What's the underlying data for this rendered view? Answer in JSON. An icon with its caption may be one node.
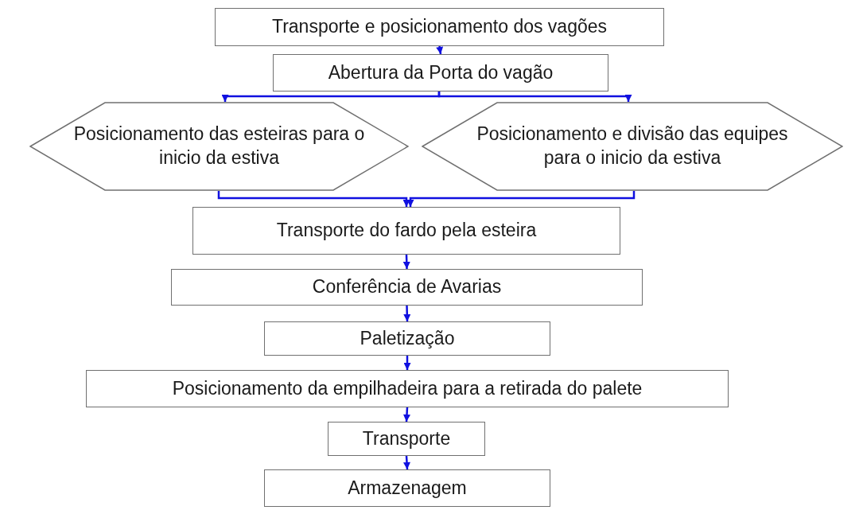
{
  "diagram": {
    "nodes": [
      {
        "text": [
          "Transporte e posicionamento dos vagões"
        ]
      },
      {
        "text": [
          "Abertura da Porta do vagão"
        ]
      },
      {
        "text": [
          "Posicionamento das esteiras para o inicio da estiva"
        ]
      },
      {
        "text": [
          "Posicionamento e divisão das equipes para o inicio da estiva"
        ]
      },
      {
        "text": [
          "Transporte do fardo pela esteira"
        ]
      },
      {
        "text": [
          "Conferência de Avarias"
        ]
      },
      {
        "text": [
          "Paletização"
        ]
      },
      {
        "text": [
          "Posicionamento da empilhadeira para a retirada do palete"
        ]
      },
      {
        "text": [
          "Transporte"
        ]
      },
      {
        "text": [
          "Armazenagem"
        ]
      }
    ],
    "edges": [
      {
        "from": 0,
        "to": 1,
        "arrow": "to"
      },
      {
        "from": 1,
        "to": 2,
        "arrow": "to"
      },
      {
        "from": 1,
        "to": 3,
        "arrow": "to"
      },
      {
        "from": 2,
        "to": 4,
        "arrow": "to"
      },
      {
        "from": 3,
        "to": 4,
        "arrow": "to"
      },
      {
        "from": 4,
        "to": 5,
        "arrow": "to"
      },
      {
        "from": 5,
        "to": 6,
        "arrow": "to"
      },
      {
        "from": 6,
        "to": 7,
        "arrow": "to"
      },
      {
        "from": 7,
        "to": 8,
        "arrow": "to"
      },
      {
        "from": 8,
        "to": 9,
        "arrow": "to"
      }
    ]
  }
}
